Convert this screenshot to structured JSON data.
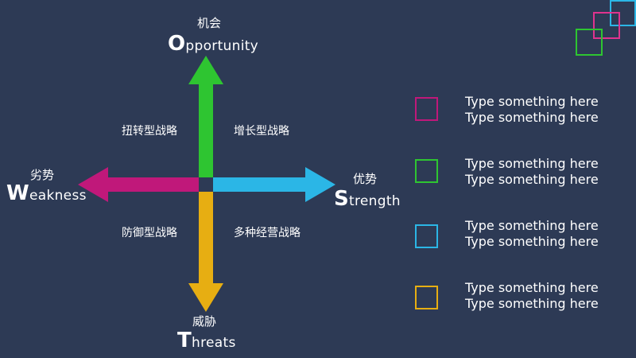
{
  "colors": {
    "background": "#2d3a55",
    "opportunity": "#2ec531",
    "strength": "#2bb6e6",
    "weakness": "#c0187a",
    "threats": "#e7ae12",
    "center": "#2d3a55"
  },
  "axes": {
    "top": {
      "cn": "机会",
      "initial": "O",
      "rest": "pportunity"
    },
    "left": {
      "cn": "劣势",
      "initial": "W",
      "rest": "eakness"
    },
    "right": {
      "cn": "优势",
      "initial": "S",
      "rest": "trength"
    },
    "bottom": {
      "cn": "威胁",
      "initial": "T",
      "rest": "hreats"
    }
  },
  "quadrants": {
    "top_left": "扭转型战略",
    "top_right": "增长型战略",
    "bottom_left": "防御型战略",
    "bottom_right": "多种经营战略"
  },
  "legend": [
    {
      "color": "#c0187a",
      "line1": "Type something here",
      "line2": "Type something here"
    },
    {
      "color": "#2ec531",
      "line1": "Type something here",
      "line2": "Type something here"
    },
    {
      "color": "#2bb6e6",
      "line1": "Type something here",
      "line2": "Type something here"
    },
    {
      "color": "#e7ae12",
      "line1": "Type something here",
      "line2": "Type something here"
    }
  ],
  "decoration": [
    "#2bb6e6",
    "#e0338e",
    "#2ec531"
  ]
}
